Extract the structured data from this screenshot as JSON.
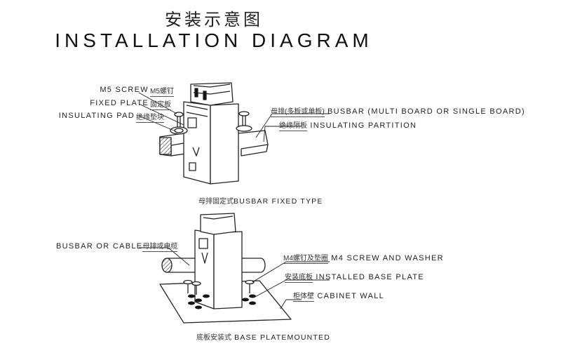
{
  "title": {
    "cn": "安装示意图",
    "en": "INSTALLATION DIAGRAM"
  },
  "diagram_top": {
    "caption_cn": "母排固定式",
    "caption_en": "BUSBAR FIXED TYPE",
    "labels_left": [
      {
        "en": "M5 SCREW",
        "cn": "M5螺钉"
      },
      {
        "en": "FIXED PLATE",
        "cn": "固定板"
      },
      {
        "en": "INSULATING PAD",
        "cn": "绝缘垫块"
      }
    ],
    "labels_right": [
      {
        "cn": "母排(多板或单板)",
        "en": "BUSBAR (MULTI BOARD OR SINGLE BOARD)"
      },
      {
        "cn": "绝缘隔板",
        "en": "INSULATING PARTITION"
      }
    ]
  },
  "diagram_bottom": {
    "caption_cn": "底板安装式",
    "caption_en": "BASE PLATEMOUNTED",
    "labels_left": [
      {
        "en": "BUSBAR OR CABLE",
        "cn": "母排或电缆"
      }
    ],
    "labels_right": [
      {
        "cn": "M4螺钉及垫圈",
        "en": "M4 SCREW AND WASHER"
      },
      {
        "cn": "安装底板",
        "en": "INSTALLED BASE PLATE"
      },
      {
        "cn": "柜体壁",
        "en": "CABINET WALL"
      }
    ]
  }
}
